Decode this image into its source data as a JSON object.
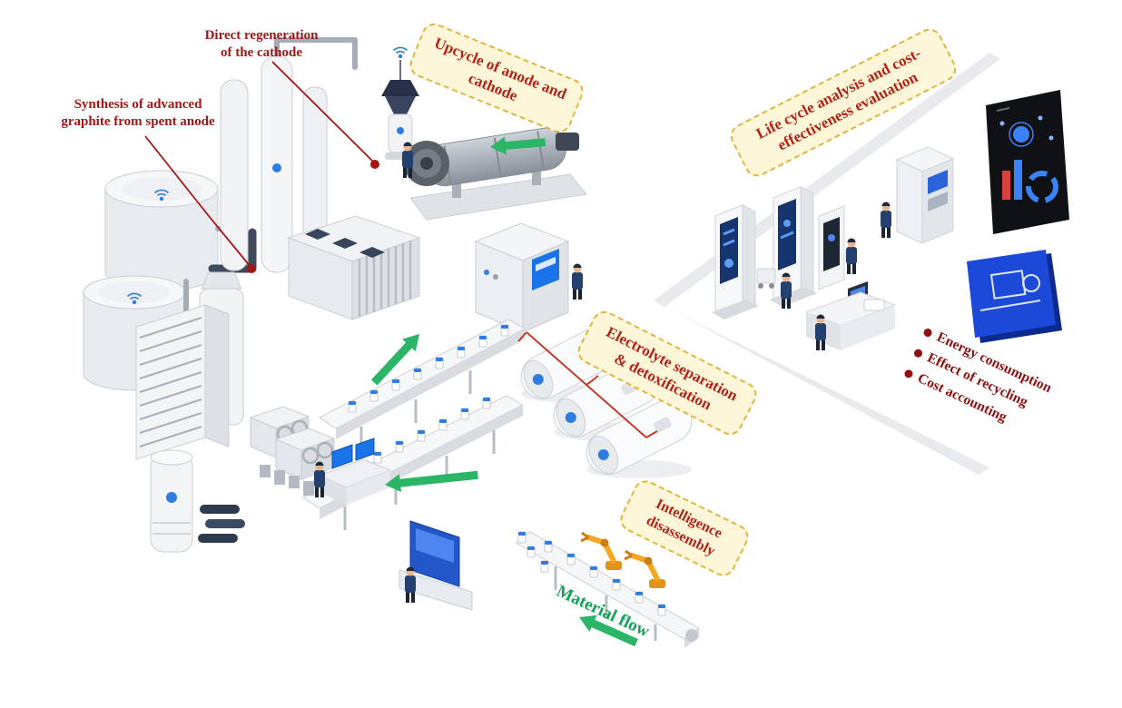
{
  "callouts": {
    "direct_regeneration": "Direct regeneration\nof the cathode",
    "synthesis": "Synthesis of advanced\ngraphite from spent anode"
  },
  "process_boxes": {
    "upcycle": "Upcycle of anode and\ncathode",
    "electrolyte": "Electrolyte separation\n& detoxification",
    "intelligence": "Intelligence\ndisassembly",
    "lifecycle": "Life cycle analysis and cost-\neffectiveness evaluation"
  },
  "material_flow_label": "Material flow",
  "evaluation_bullets": {
    "items": [
      "Energy consumption",
      "Effect of recycling",
      "Cost accounting"
    ]
  },
  "colors": {
    "callout_text": "#9e1616",
    "box_text": "#b42318",
    "box_background": "#fdf6d8",
    "box_border": "#e0b43e",
    "flow_green": "#2cb566",
    "material_flow_green": "#12a457",
    "bullet_red": "#8f1010",
    "accent_blue": "#2f7de1",
    "robot_orange": "#f5a623"
  },
  "icons": {
    "wifi": "wifi-signal-icon",
    "bullet": "filled-circle-icon",
    "flow_arrow": "green-flow-arrow-icon"
  }
}
